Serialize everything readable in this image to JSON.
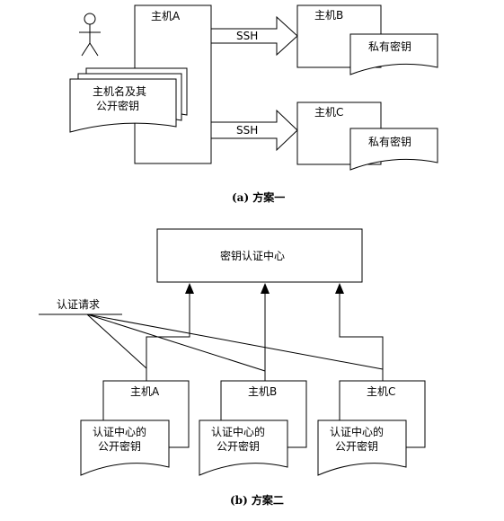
{
  "scheme_a": {
    "caption": "(a) 方案一",
    "host_a": "主机A",
    "host_b": "主机B",
    "host_c": "主机C",
    "ssh_top": "SSH",
    "ssh_bottom": "SSH",
    "doc_hostnames": [
      "主机名及其",
      "公开密钥"
    ],
    "private_key_b": "私有密钥",
    "private_key_c": "私有密钥"
  },
  "scheme_b": {
    "caption": "(b) 方案二",
    "auth_center": "密钥认证中心",
    "auth_request": "认证请求",
    "host_a": "主机A",
    "host_b": "主机B",
    "host_c": "主机C",
    "doc_public_key_lines": [
      "认证中心的",
      "公开密钥"
    ]
  }
}
